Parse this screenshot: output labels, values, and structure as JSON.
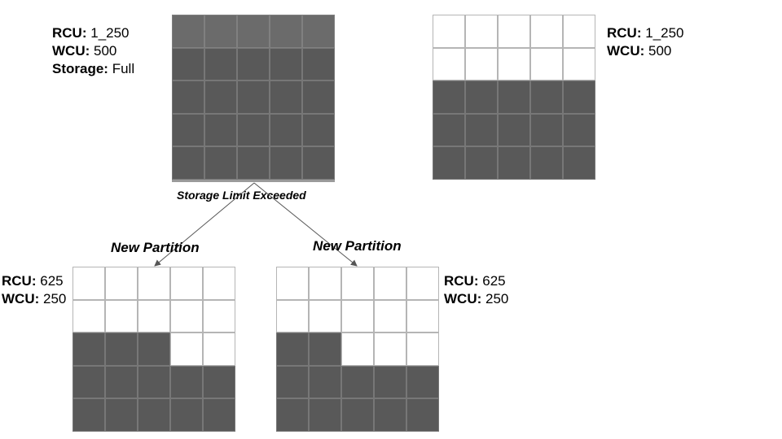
{
  "original": {
    "rcu_key": "RCU:",
    "rcu_value": "1_250",
    "wcu_key": "WCU:",
    "wcu_value": "500",
    "storage_key": "Storage:",
    "storage_value": "Full",
    "fill": [
      1,
      1,
      1,
      1,
      1,
      1,
      1,
      1,
      1,
      1,
      1,
      1,
      1,
      1,
      1,
      1,
      1,
      1,
      1,
      1,
      1,
      1,
      1,
      1,
      1
    ]
  },
  "storage_limit_caption": "Storage Limit Exceeded",
  "right_partition": {
    "rcu_key": "RCU:",
    "rcu_value": "1_250",
    "wcu_key": "WCU:",
    "wcu_value": "500",
    "fill": [
      0,
      0,
      0,
      0,
      0,
      0,
      0,
      0,
      0,
      0,
      1,
      1,
      1,
      1,
      1,
      1,
      1,
      1,
      1,
      1,
      1,
      1,
      1,
      1,
      1
    ]
  },
  "new_left": {
    "caption": "New Partition",
    "rcu_key": "RCU:",
    "rcu_value": "625",
    "wcu_key": "WCU:",
    "wcu_value": "250",
    "fill": [
      0,
      0,
      0,
      0,
      0,
      0,
      0,
      0,
      0,
      0,
      1,
      1,
      1,
      0,
      0,
      1,
      1,
      1,
      1,
      1,
      1,
      1,
      1,
      1,
      1
    ]
  },
  "new_right": {
    "caption": "New Partition",
    "rcu_key": "RCU:",
    "rcu_value": "625",
    "wcu_key": "WCU:",
    "wcu_value": "250",
    "fill": [
      0,
      0,
      0,
      0,
      0,
      0,
      0,
      0,
      0,
      0,
      1,
      1,
      0,
      0,
      0,
      1,
      1,
      1,
      1,
      1,
      1,
      1,
      1,
      1,
      1
    ]
  },
  "colors": {
    "filled_cell": "#595959",
    "empty_cell": "#ffffff",
    "grid_line": "#b5b5b5",
    "arrow": "#555555"
  }
}
